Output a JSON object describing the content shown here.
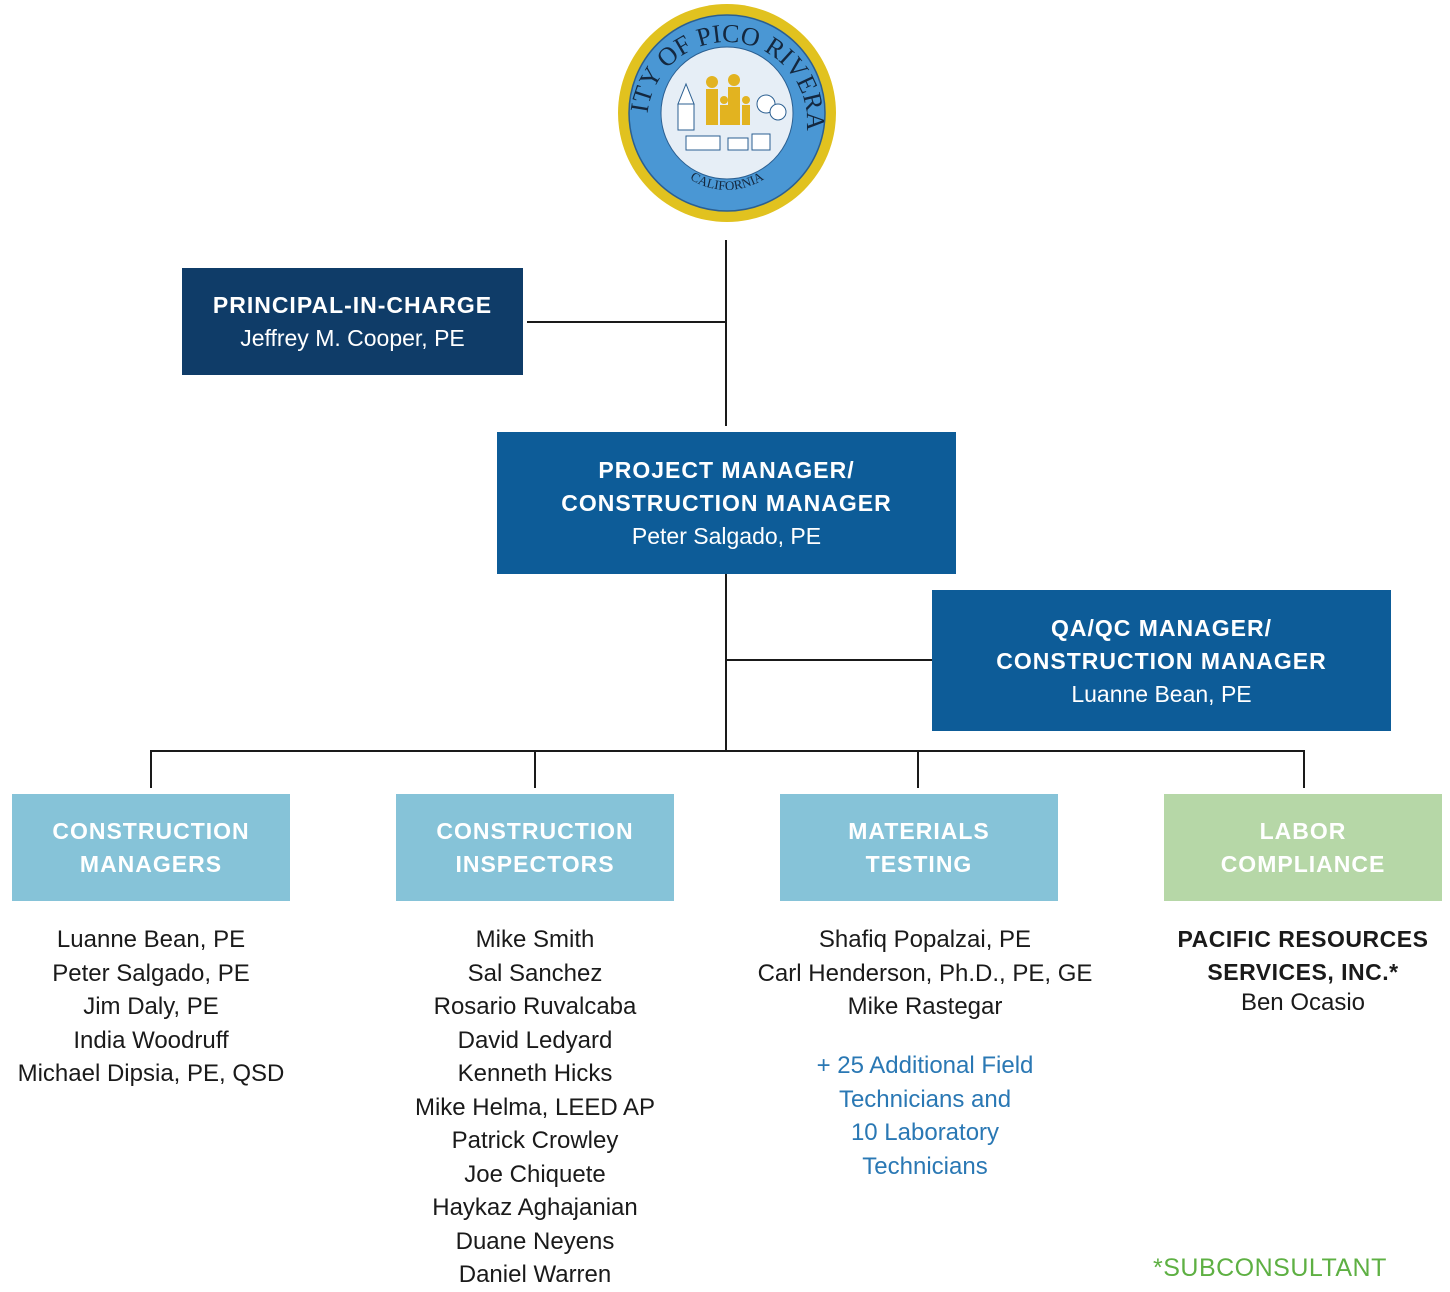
{
  "seal": {
    "top_text": "CITY OF PICO RIVERA",
    "bottom_text": "CALIFORNIA",
    "colors": {
      "ring": "#e1c21f",
      "field": "#4a97d4",
      "figures": "#e2b320"
    }
  },
  "colors": {
    "dark_box": "#0f3c68",
    "mid_box": "#0d5c98",
    "light_box": "#86c3d8",
    "green_box": "#b6d7a7",
    "accent_text": "#2a78b4",
    "footnote": "#5eb043"
  },
  "principal": {
    "title": "PRINCIPAL-IN-CHARGE",
    "name": "Jeffrey M. Cooper, PE"
  },
  "pm": {
    "title_line1": "PROJECT MANAGER/",
    "title_line2": "CONSTRUCTION MANAGER",
    "name": "Peter Salgado, PE"
  },
  "qaqc": {
    "title_line1": "QA/QC MANAGER/",
    "title_line2": "CONSTRUCTION MANAGER",
    "name": "Luanne Bean, PE"
  },
  "groups": [
    {
      "title_line1": "CONSTRUCTION",
      "title_line2": "MANAGERS",
      "members": [
        "Luanne Bean, PE",
        "Peter Salgado, PE",
        "Jim Daly, PE",
        "India Woodruff",
        "Michael Dipsia, PE, QSD"
      ]
    },
    {
      "title_line1": "CONSTRUCTION",
      "title_line2": "INSPECTORS",
      "members": [
        "Mike Smith",
        "Sal Sanchez",
        "Rosario Ruvalcaba",
        "David Ledyard",
        "Kenneth Hicks",
        "Mike Helma, LEED AP",
        "Patrick Crowley",
        "Joe Chiquete",
        "Haykaz Aghajanian",
        "Duane Neyens",
        "Daniel Warren"
      ]
    },
    {
      "title_line1": "MATERIALS",
      "title_line2": "TESTING",
      "members": [
        "Shafiq Popalzai, PE",
        "Carl Henderson, Ph.D., PE, GE",
        "Mike Rastegar"
      ],
      "extra": "+ 25 Additional Field\nTechnicians and\n10  Laboratory\nTechnicians"
    },
    {
      "title_line1": "LABOR",
      "title_line2": "COMPLIANCE",
      "sub_title": "PACIFIC RESOURCES\nSERVICES, INC.*",
      "sub_name": "Ben Ocasio"
    }
  ],
  "footnote": "*SUBCONSULTANT"
}
